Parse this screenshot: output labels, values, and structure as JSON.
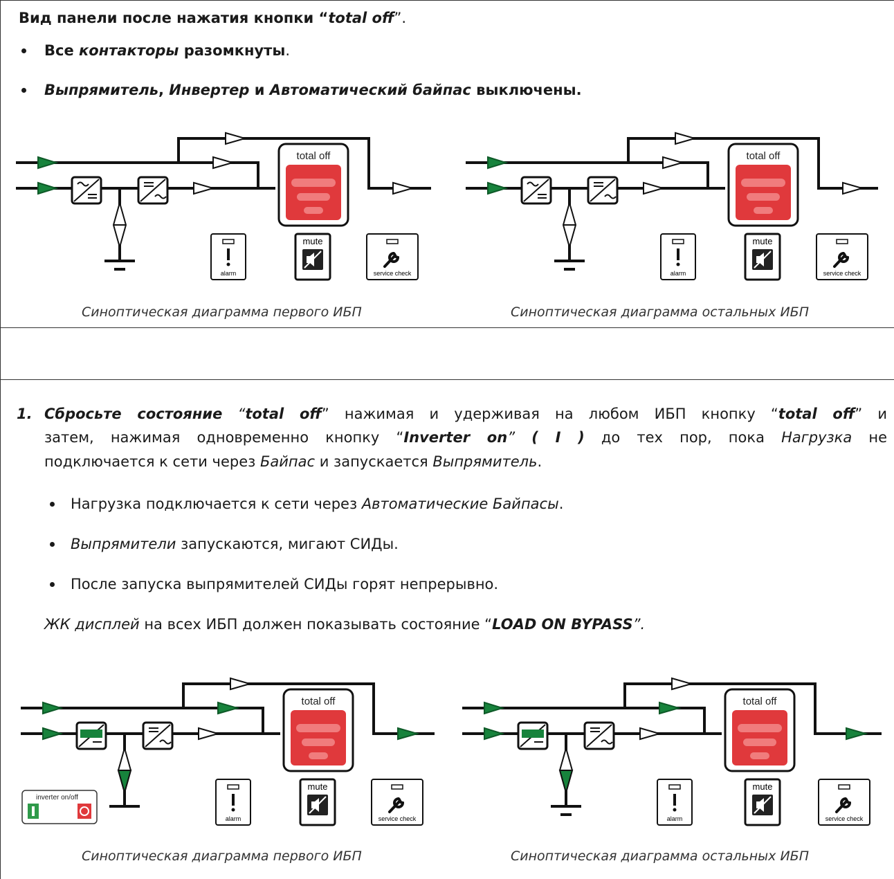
{
  "section1": {
    "heading_a": "Вид панели после нажатия кнопки “",
    "heading_b": "total off",
    "heading_c": "”.",
    "bullet1_a": "Все ",
    "bullet1_b": "контакторы",
    "bullet1_c": " разомкнуты",
    "bullet1_d": ".",
    "bullet2_a": "Выпрямитель",
    "bullet2_b": ", ",
    "bullet2_c": "Инвертер",
    "bullet2_d": " и ",
    "bullet2_e": "Автоматический байпас",
    "bullet2_f": " выключены."
  },
  "panel": {
    "total_off": "total off",
    "alarm": "alarm",
    "mute": "mute",
    "service_check": "service check",
    "inverter_onoff": "inverter on/off"
  },
  "captions": {
    "first": "Синоптическая диаграмма первого ИБП",
    "others": "Синоптическая диаграмма остальных ИБП"
  },
  "step1": {
    "number": "1.",
    "l1_a": "Сбросьте состояние",
    "l1_b": "“",
    "l1_c": "total off",
    "l1_d": "” нажимая и удерживая на любом ИБП кнопку “",
    "l1_e": "total off",
    "l1_f": "” и",
    "l2_a": "затем, нажимая одновременно кнопку “",
    "l2_b": "Inverter on",
    "l2_c": "” ",
    "l2_d": "( I )",
    "l2_e": " до тех пор, пока ",
    "l2_f": "Нагрузка",
    "l2_g": " не",
    "l3_a": "подключается к сети через ",
    "l3_b": "Байпас",
    "l3_c": " и запускается ",
    "l3_d": "Выпрямитель",
    "l3_e": ".",
    "b1_a": "Нагрузка подключается к сети через ",
    "b1_b": "Автоматические Байпасы",
    "b1_c": ".",
    "b2_a": "Выпрямители",
    "b2_b": " запускаются, мигают СИДы.",
    "b3": "После запуска выпрямителей СИДы горят непрерывно.",
    "lcd_a": "ЖК дисплей",
    "lcd_b": " на всех ИБП должен показывать состояние “",
    "lcd_c": "LOAD ON BYPASS",
    "lcd_d": "”."
  },
  "colors": {
    "green": "#17833c",
    "red_panel": "#e0393c",
    "line": "#111111"
  }
}
